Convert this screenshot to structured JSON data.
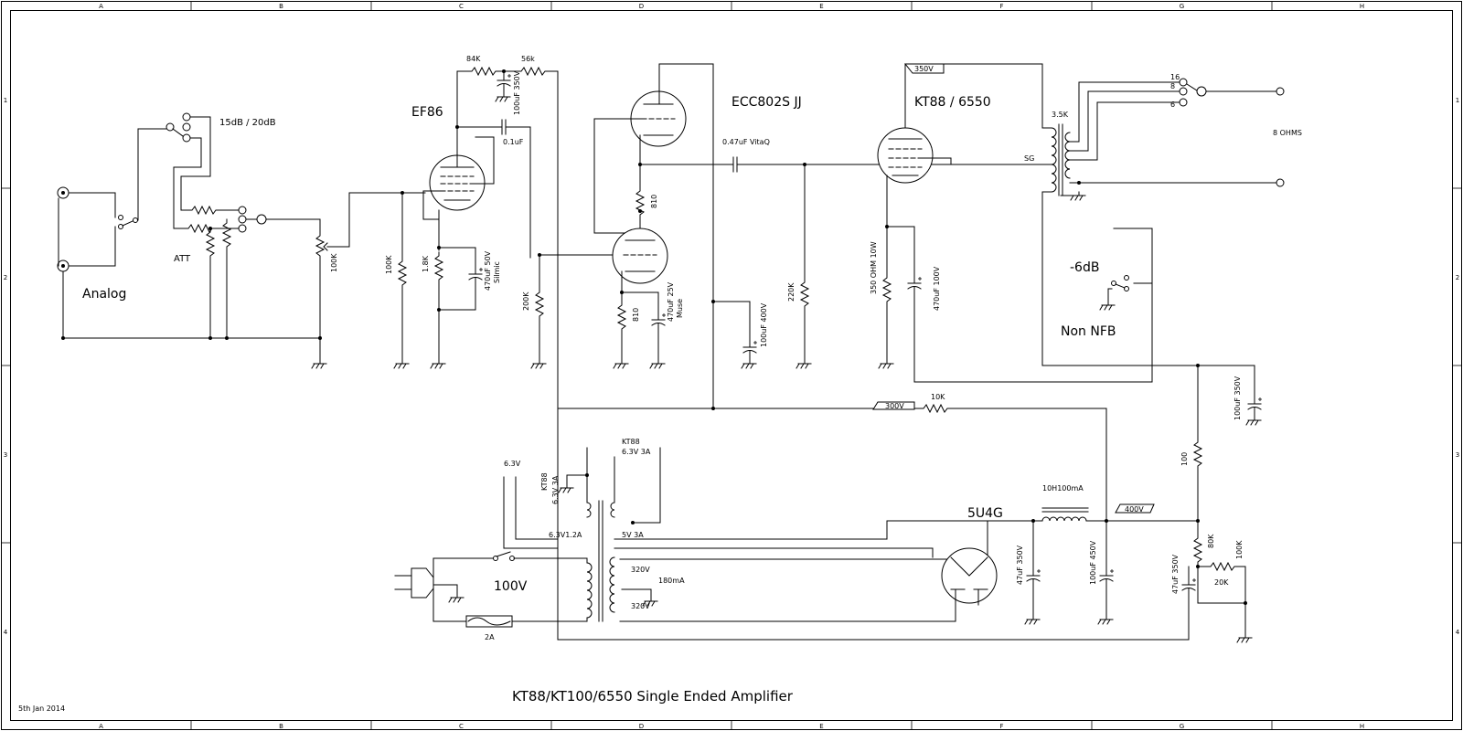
{
  "title": "KT88/KT100/6550  Single Ended Amplifier",
  "date": "5th Jan 2014",
  "zones": {
    "columns": [
      "A",
      "B",
      "C",
      "D",
      "E",
      "F",
      "G",
      "H"
    ],
    "rows": [
      "1",
      "2",
      "3",
      "4"
    ]
  },
  "labels": {
    "analog": "Analog",
    "att": "ATT",
    "att_switch": "15dB / 20dB",
    "volume_pot": "100K",
    "ef86": "EF86",
    "ecc802s": "ECC802S  JJ",
    "kt88_output": "KT88 / 6550",
    "r_84k": "84K",
    "r_56k": "56k",
    "c_100uf_350v_top": "100uF 350V",
    "c_01uf": "0.1uF",
    "r_100k_grid": "100K",
    "r_18k": "1.8K",
    "c_470uf_50v": "470uF 50V",
    "silmic": "Silmic",
    "r_200k": "200K",
    "r_810_top": "810",
    "r_810_bottom": "810",
    "c_470uf_25v": "470uF 25V",
    "muse": "Muse",
    "c_100uf_400v": "100uF 400V",
    "c_047uf": "0.47uF VitaQ",
    "r_220k": "220K",
    "r_350ohm": "350 OHM 10W",
    "c_470uf_100v": "470uF 100V",
    "v_350": "350V",
    "ot_35k": "3.5K",
    "ot_sg": "SG",
    "tap_16": "16",
    "tap_8": "8",
    "tap_6": "6",
    "out_8ohms": "8 OHMS",
    "minus_6db": "-6dB",
    "non_nfb": "Non NFB",
    "c_100uf_350v_right": "100uF 350V",
    "v_300": "300V",
    "r_10k": "10K",
    "r_100": "100",
    "heater_63v": "6.3V",
    "kt88_heater_left_name": "KT88",
    "kt88_heater_left_rating": "6.3V 3A",
    "kt88_heater_right_name": "KT88",
    "kt88_heater_right_rating": "6.3V 3A",
    "w_63v12a": "6.3V1.2A",
    "w_5v3a": "5V 3A",
    "w_320v_top": "320V",
    "w_180ma": "180mA",
    "w_320v_bottom": "320V",
    "mains_100v": "100V",
    "fuse_2a": "2A",
    "rect_5u4g": "5U4G",
    "choke": "10H100mA",
    "v_400": "400V",
    "c_47uf_350v_a": "47uF 350V",
    "c_100uf_450v": "100uF 450V",
    "c_47uf_350v_b": "47uF 350V",
    "r_80k": "80K",
    "r_100k_fb": "100K",
    "r_20k": "20K"
  }
}
